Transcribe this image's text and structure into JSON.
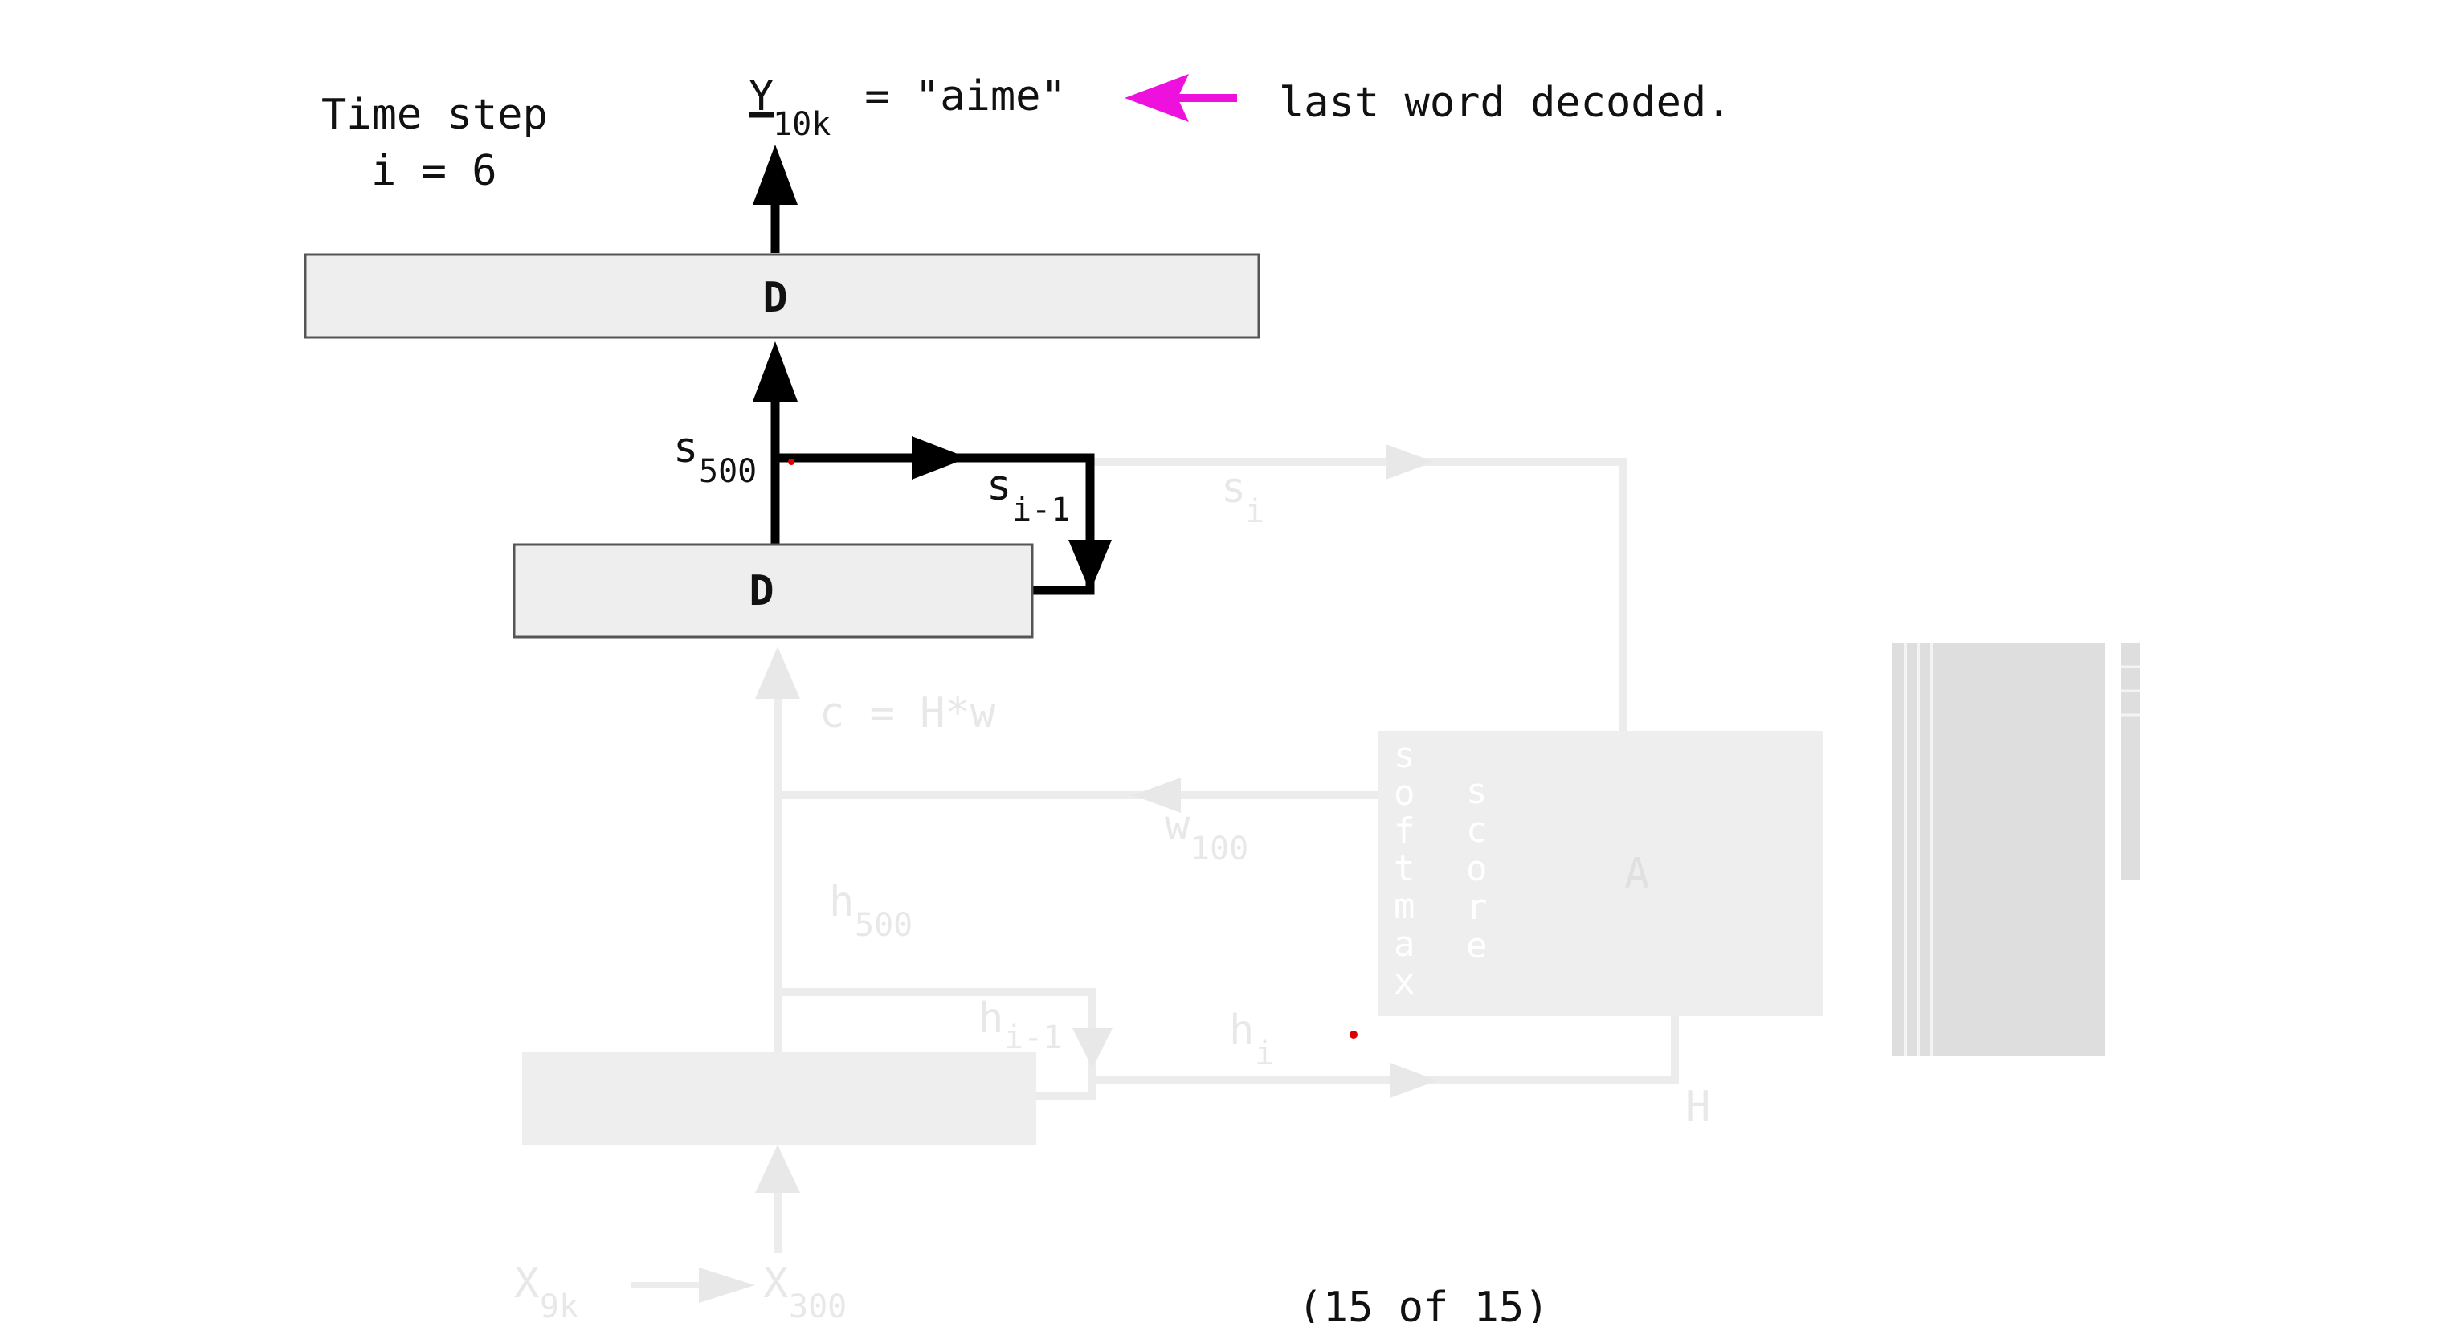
{
  "header": {
    "time_step_line1": "Time step",
    "time_step_line2": "i = 6",
    "output_symbol": "Y",
    "output_subscript": "10k",
    "output_value": " = \"aime\"",
    "annotation": "last word decoded."
  },
  "colors": {
    "accent_arrow": "#ee11dd",
    "active": "#000000",
    "faded": "#ececec",
    "box_fill": "#eeeeee"
  },
  "decoder": {
    "top_box_label": "D",
    "lower_box_label": "D",
    "state_symbol": "s",
    "state_subscript": "500",
    "prev_state_symbol": "s",
    "prev_state_subscript": "i-1"
  },
  "faded_graph": {
    "s_i_symbol": "s",
    "s_i_subscript": "i",
    "context_formula": "c = H*w",
    "w_symbol": "w",
    "w_subscript": "100",
    "h_symbol": "h",
    "h_subscript": "500",
    "h_prev_symbol": "h",
    "h_prev_subscript": "i-1",
    "h_i_symbol": "h",
    "h_i_subscript": "i",
    "softmax_letters": [
      "s",
      "o",
      "f",
      "t",
      "m",
      "a",
      "x"
    ],
    "score_letters": [
      "s",
      "c",
      "o",
      "r",
      "e"
    ],
    "attention_label": "A",
    "H_label": "H",
    "x_symbol": "X",
    "x_subscript": "9k",
    "x2_symbol": "X",
    "x2_subscript": "300"
  },
  "footer": {
    "page_indicator": "(15 of 15)"
  }
}
